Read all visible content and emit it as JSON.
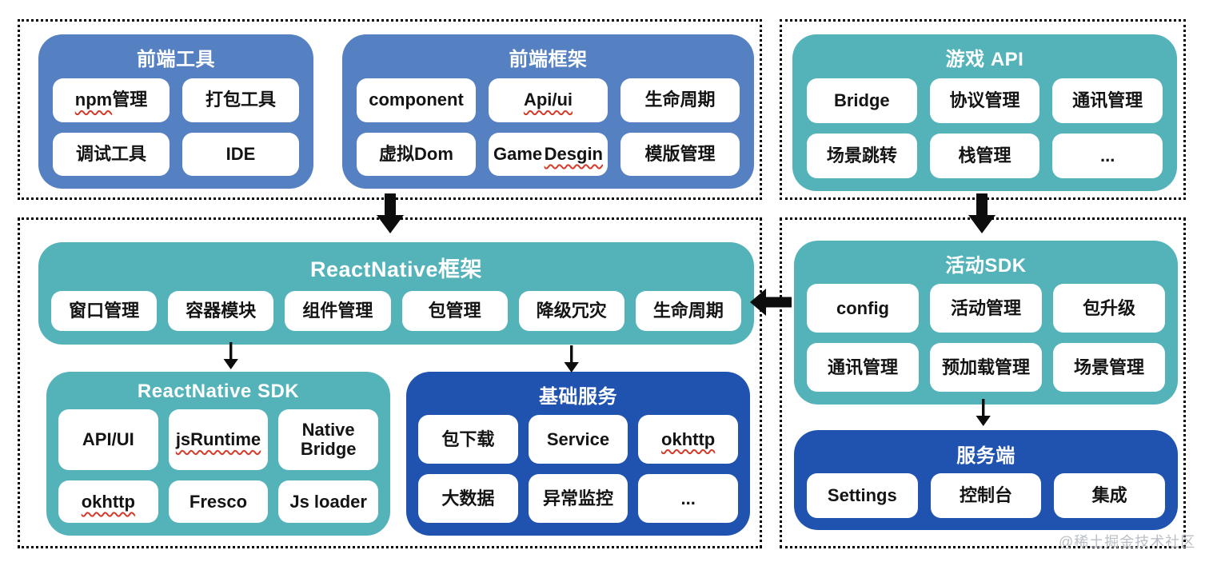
{
  "watermark": "@稀土掘金技术社区",
  "colors": {
    "blue": "#5580c1",
    "teal": "#54b3b9",
    "dark_blue": "#2053b0",
    "arrow": "#0d0d0d",
    "squiggle": "#d63b2a"
  },
  "groups": {
    "frontend_tools": {
      "title": "前端工具",
      "items": [
        {
          "s": "npm",
          "t2": "管理"
        },
        {
          "t1": "打包工具"
        },
        {
          "t1": "调试工具"
        },
        {
          "t1": "IDE"
        }
      ]
    },
    "frontend_framework": {
      "title": "前端框架",
      "items": [
        {
          "t1": "component"
        },
        {
          "s": "Api/ui"
        },
        {
          "t1": "生命周期"
        },
        {
          "t1": "虚拟Dom"
        },
        {
          "t1": "Game ",
          "s": "Desgin"
        },
        {
          "t1": "模版管理"
        }
      ]
    },
    "game_api": {
      "title": "游戏 API",
      "items": [
        {
          "t1": "Bridge"
        },
        {
          "t1": "协议管理"
        },
        {
          "t1": "通讯管理"
        },
        {
          "t1": "场景跳转"
        },
        {
          "t1": "栈管理"
        },
        {
          "t1": "..."
        }
      ]
    },
    "rn_framework": {
      "title": "ReactNative框架",
      "items": [
        {
          "t1": "窗口管理"
        },
        {
          "t1": "容器模块"
        },
        {
          "t1": "组件管理"
        },
        {
          "t1": "包管理"
        },
        {
          "t1": "降级冗灾"
        },
        {
          "t1": "生命周期"
        }
      ]
    },
    "rn_sdk": {
      "title": "ReactNative SDK",
      "items": [
        {
          "t1": "API/UI"
        },
        {
          "s": "jsRuntime"
        },
        {
          "t1": "Native Bridge"
        },
        {
          "s": "okhttp"
        },
        {
          "t1": "Fresco"
        },
        {
          "t1": "Js loader"
        }
      ]
    },
    "base_services": {
      "title": "基础服务",
      "items": [
        {
          "t1": "包下载"
        },
        {
          "t1": "Service"
        },
        {
          "s": "okhttp"
        },
        {
          "t1": "大数据"
        },
        {
          "t1": "异常监控"
        },
        {
          "t1": "..."
        }
      ]
    },
    "activity_sdk": {
      "title": "活动SDK",
      "items": [
        {
          "t1": "config"
        },
        {
          "t1": "活动管理"
        },
        {
          "t1": "包升级"
        },
        {
          "t1": "通讯管理"
        },
        {
          "t1": "预加载管理"
        },
        {
          "t1": "场景管理"
        }
      ]
    },
    "server": {
      "title": "服务端",
      "items": [
        {
          "t1": "Settings"
        },
        {
          "t1": "控制台"
        },
        {
          "t1": "集成"
        }
      ]
    }
  }
}
